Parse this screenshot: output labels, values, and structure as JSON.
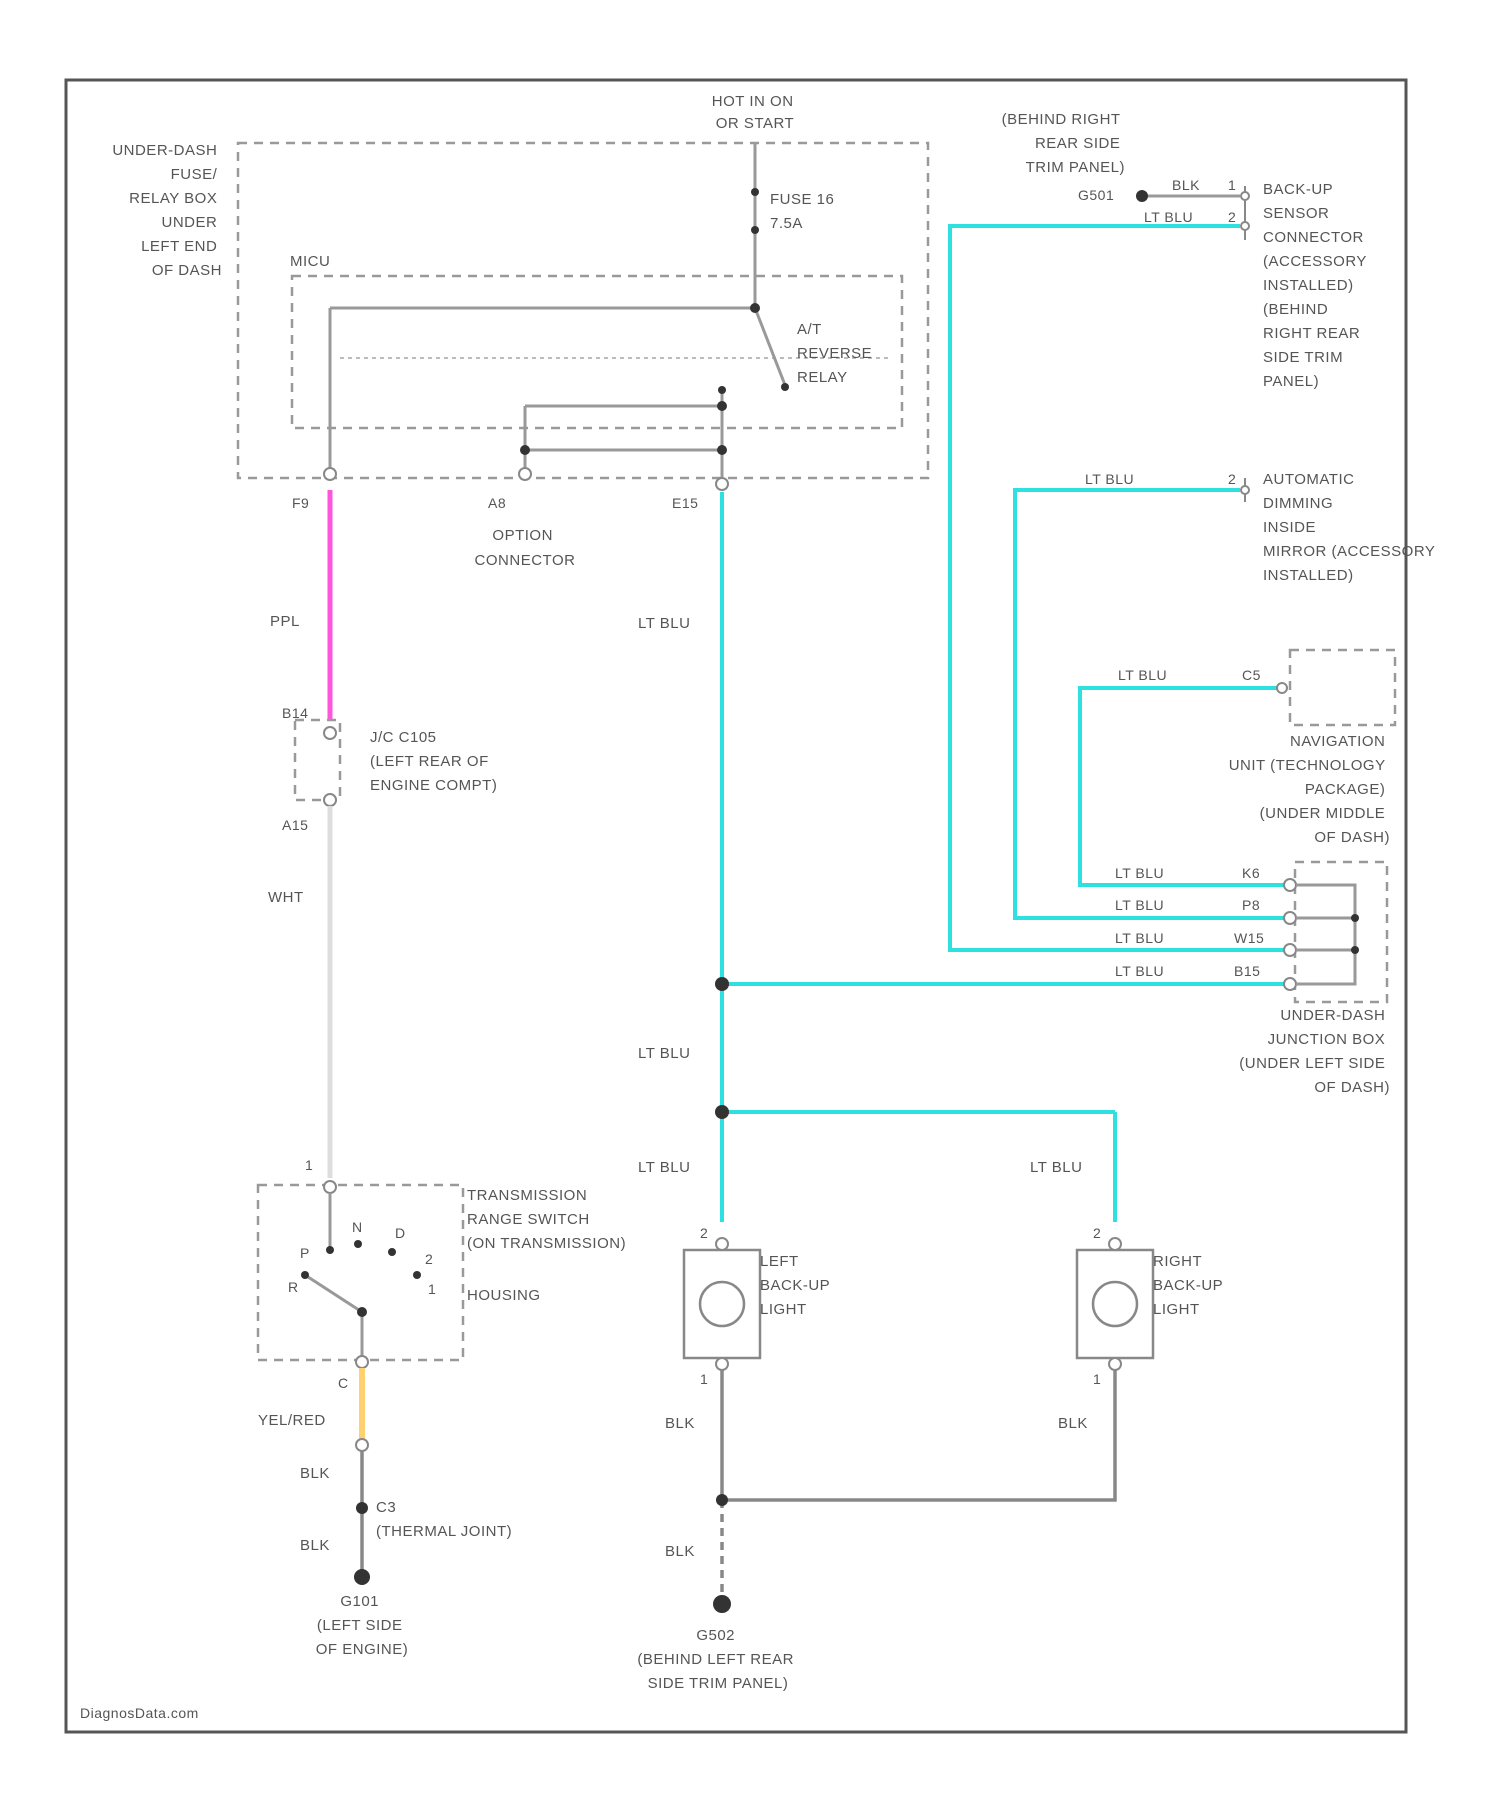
{
  "labels": {
    "hot": [
      "HOT IN ON",
      "OR START"
    ],
    "fuse_box": [
      "UNDER-DASH",
      "FUSE/",
      "RELAY BOX",
      "UNDER",
      "LEFT END",
      "OF DASH"
    ],
    "micu": "MICU",
    "fuse": [
      "FUSE 16",
      "7.5A"
    ],
    "relay": [
      "A/T",
      "REVERSE",
      "RELAY"
    ],
    "pin_f9": "F9",
    "pin_a8": "A8",
    "pin_e15": "E15",
    "option_connector": [
      "OPTION",
      "CONNECTOR"
    ],
    "g501": [
      "(BEHIND RIGHT",
      "REAR SIDE",
      "TRIM PANEL)"
    ],
    "g501_id": "G501",
    "blk_top": "BLK",
    "pin_1_top": "1",
    "ltblu_top": "LT BLU",
    "pin_2_top": "2",
    "backup_sensor": [
      "BACK-UP",
      "SENSOR",
      "CONNECTOR",
      "(ACCESSORY",
      "INSTALLED)",
      "(BEHIND",
      "RIGHT REAR",
      "SIDE TRIM",
      "PANEL)"
    ],
    "ltblu_mirror": "LT BLU",
    "pin_mirror": "2",
    "auto_mirror": [
      "AUTOMATIC",
      "DIMMING",
      "INSIDE",
      "MIRROR (ACCESSORY",
      "INSTALLED)"
    ],
    "ltblu_nav": "LT BLU",
    "pin_c5": "C5",
    "nav_unit": [
      "NAVIGATION",
      "UNIT (TECHNOLOGY",
      "PACKAGE)",
      "(UNDER MIDDLE",
      "OF DASH)"
    ],
    "jb_pins": [
      {
        "wire": "LT BLU",
        "pin": "K6"
      },
      {
        "wire": "LT BLU",
        "pin": "P8"
      },
      {
        "wire": "LT BLU",
        "pin": "W15"
      },
      {
        "wire": "LT BLU",
        "pin": "B15"
      }
    ],
    "junction_box": [
      "UNDER-DASH",
      "JUNCTION BOX",
      "(UNDER LEFT SIDE",
      "OF DASH)"
    ],
    "ppl": "PPL",
    "pin_b14": "B14",
    "jc_conn": [
      "J/C C105",
      "(LEFT REAR OF",
      "ENGINE COMPT)"
    ],
    "pin_a15": "A15",
    "wht": "WHT",
    "ltblu_mid1": "LT BLU",
    "ltblu_mid2": "LT BLU",
    "ltblu_left_lamp": "LT BLU",
    "ltblu_right_lamp": "LT BLU",
    "pin_trs_1": "1",
    "trs": [
      "TRANSMISSION",
      "RANGE SWITCH",
      "(ON TRANSMISSION)"
    ],
    "trs_pos": [
      "N",
      "D",
      "2",
      "1",
      "P",
      "R"
    ],
    "housing": "HOUSING",
    "pin_trs_c": "C",
    "yelred": "YEL/RED",
    "blk_a": "BLK",
    "c3": [
      "C3",
      "(THERMAL JOINT)"
    ],
    "blk_b": "BLK",
    "g101": [
      "G101",
      "(LEFT SIDE",
      "OF ENGINE)"
    ],
    "left_lamp": [
      "LEFT",
      "BACK-UP",
      "LIGHT"
    ],
    "right_lamp": [
      "RIGHT",
      "BACK-UP",
      "LIGHT"
    ],
    "lamp_pin_top_l": "2",
    "lamp_pin_bot_l": "1",
    "lamp_pin_top_r": "2",
    "lamp_pin_bot_r": "1",
    "blk_left_lamp": "BLK",
    "blk_right_lamp": "BLK",
    "blk_ground": "BLK",
    "g502": [
      "G502",
      "(BEHIND LEFT REAR",
      "SIDE TRIM PANEL)"
    ],
    "watermark": "DiagnosData.com"
  },
  "colors": {
    "lt_blu_wire": "#2fe0e0",
    "ppl_wire": "#ff55dd",
    "yel_red_wire": "#ffd070",
    "wht_wire": "#dddddd"
  }
}
